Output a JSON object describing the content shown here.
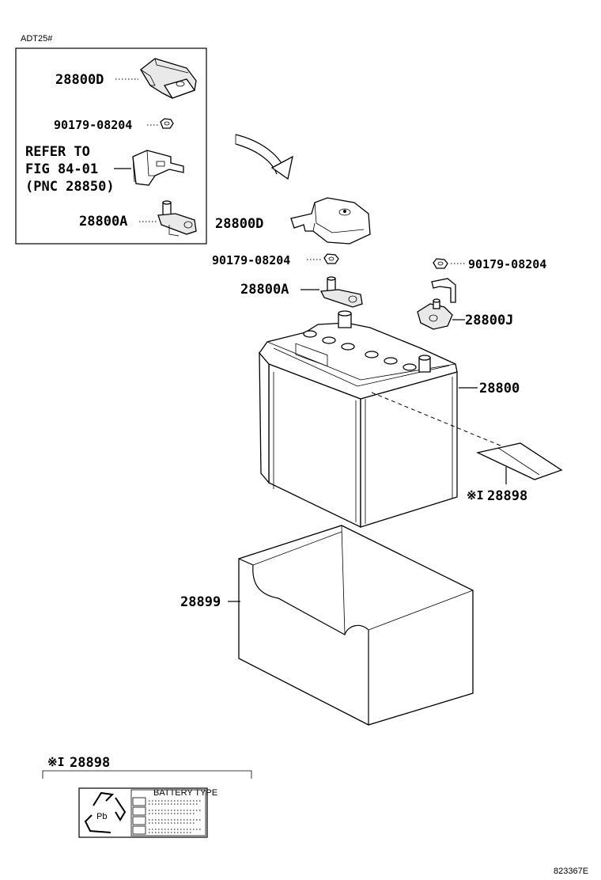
{
  "diagram": {
    "model_code": "ADT25#",
    "figure_code": "823367E",
    "inset_labels": {
      "cover": "28800D",
      "nut": "90179-08204",
      "refer_line1": "REFER TO",
      "refer_line2": "FIG 84-01",
      "refer_line3": "(PNC 28850)",
      "terminal": "28800A"
    },
    "main_labels": {
      "cover": "28800D",
      "nut_left": "90179-08204",
      "terminal_pos": "28800A",
      "nut_right": "90179-08204",
      "terminal_neg": "28800J",
      "battery": "28800",
      "label_sticker": "28898",
      "label_sticker_mark": "※I",
      "tray": "28899"
    },
    "legend": {
      "mark": "※I",
      "part_no": "28898",
      "label_heading": "BATTERY TYPE",
      "recycle_text": "Pb"
    }
  }
}
